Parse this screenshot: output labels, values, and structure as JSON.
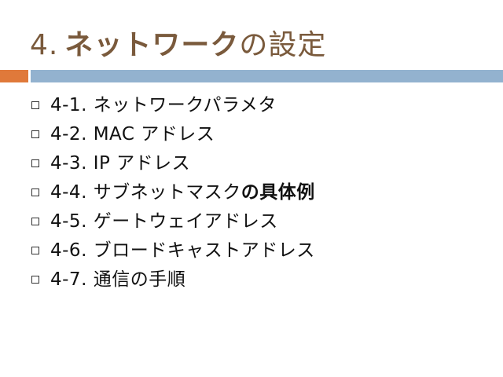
{
  "slide": {
    "title_number": "4.",
    "title_bold": "ネットワーク",
    "title_rest": "の設定",
    "items": [
      {
        "text": "4-1. ネットワークパラメタ",
        "bold_tail": ""
      },
      {
        "text": "4-2. MAC アドレス",
        "bold_tail": ""
      },
      {
        "text": "4-3. IP アドレス",
        "bold_tail": ""
      },
      {
        "text": "4-4. サブネットマスク",
        "bold_tail": "の具体例"
      },
      {
        "text": "4-5. ゲートウェイアドレス",
        "bold_tail": ""
      },
      {
        "text": "4-6. ブロードキャストアドレス",
        "bold_tail": ""
      },
      {
        "text": "4-7. 通信の手順",
        "bold_tail": ""
      }
    ]
  },
  "colors": {
    "title": "#7a5a3c",
    "accent_orange": "#e0793a",
    "accent_blue": "#93b2cf"
  },
  "icons": {
    "bullet": "hollow-square-bullet-icon"
  }
}
